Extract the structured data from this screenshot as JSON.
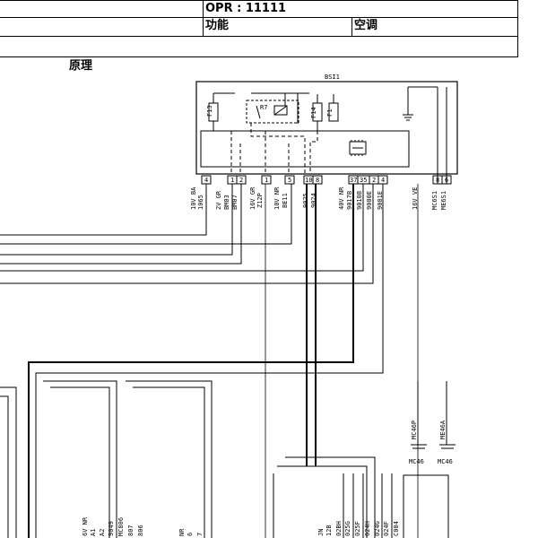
{
  "header": {
    "opr": "OPR : 11111",
    "function_label": "功能",
    "function_value": "空调",
    "section": "原理"
  },
  "module": {
    "name": "BSI1",
    "fuses": [
      "F13",
      "F14",
      "F1"
    ],
    "relay": "R7"
  },
  "connectors": {
    "pins_left": [
      "4",
      "1",
      "2",
      "1",
      "5",
      "10",
      "8",
      "37",
      "35",
      "2",
      "4"
    ],
    "pins_right": [
      "8",
      "6"
    ]
  },
  "wires": [
    {
      "id": "w1",
      "text": "10V BA"
    },
    {
      "id": "w1b",
      "text": "1065"
    },
    {
      "id": "w2",
      "text": "2V GR"
    },
    {
      "id": "w2b",
      "text": "BM03"
    },
    {
      "id": "w2c",
      "text": "BM07"
    },
    {
      "id": "w3",
      "text": "16V GR"
    },
    {
      "id": "w3b",
      "text": "Z12P"
    },
    {
      "id": "w4",
      "text": "10V NR"
    },
    {
      "id": "w4b",
      "text": "BE11"
    },
    {
      "id": "w5",
      "text": "9025"
    },
    {
      "id": "w5b",
      "text": "9024"
    },
    {
      "id": "w6",
      "text": "40V NR"
    },
    {
      "id": "w6b",
      "text": "9017B"
    },
    {
      "id": "w6c",
      "text": "9010B"
    },
    {
      "id": "w6d",
      "text": "9000E"
    },
    {
      "id": "w6e",
      "text": "9001E"
    },
    {
      "id": "w7",
      "text": "16V VE"
    },
    {
      "id": "w8",
      "text": "MC6S1"
    },
    {
      "id": "w8b",
      "text": "ME6S1"
    }
  ],
  "grounds": [
    {
      "id": "g1",
      "code": "MC46P",
      "label": "MC46"
    },
    {
      "id": "g2",
      "code": "ME46A",
      "label": "MC46"
    }
  ],
  "bottom_labels": [
    "6V NR",
    "A1",
    "A2",
    "9049",
    "MC806",
    "807",
    "806",
    "NR",
    "6",
    "7",
    "JN",
    "12B",
    "02BH",
    "025G",
    "025F",
    "024H",
    "024G",
    "024F",
    "C004"
  ]
}
